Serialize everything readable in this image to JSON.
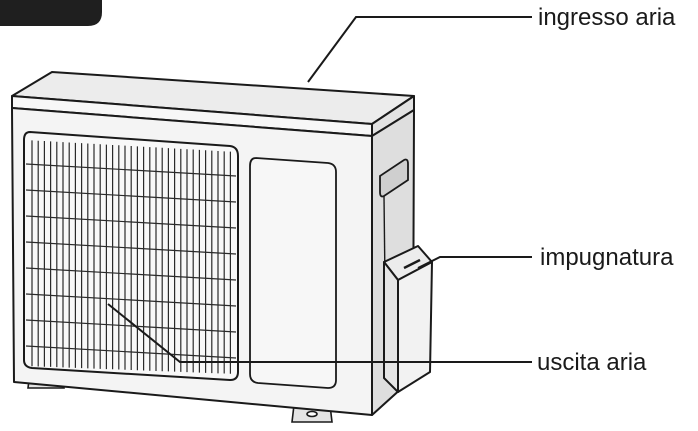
{
  "labels": {
    "air_intake": "ingresso aria",
    "handle": "impugnatura",
    "air_outlet": "uscita aria"
  },
  "colors": {
    "stroke": "#1a1a1a",
    "corner_tab": "#1f1f1f",
    "unit_face": "#f4f4f4",
    "unit_top": "#e9e9e9",
    "unit_side": "#dedede"
  }
}
